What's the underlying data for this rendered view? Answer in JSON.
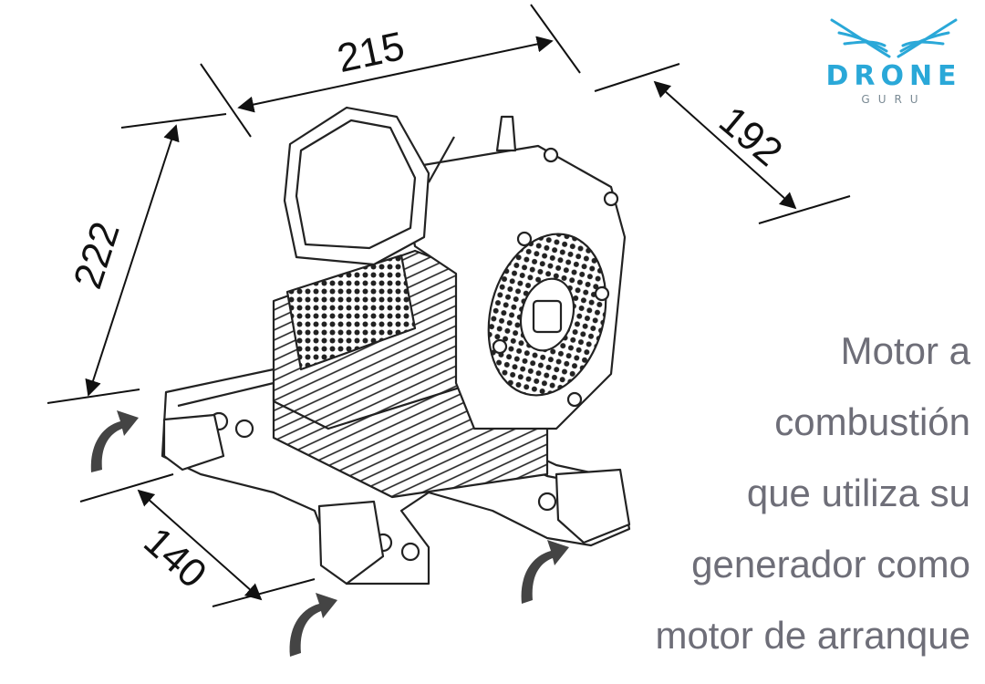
{
  "dimensions": {
    "top_width": "215",
    "right_depth": "192",
    "left_height": "222",
    "bottom_base": "140"
  },
  "caption": {
    "lines": [
      "Motor a",
      "combustión",
      "que utiliza su",
      "generador como",
      "motor de arranque"
    ]
  },
  "logo": {
    "word": "DRONE",
    "sub": "GURU"
  },
  "colors": {
    "caption": "#6e6e78",
    "logo": "#2aa8d8",
    "line": "#111111"
  },
  "icons": [
    "curved-arrow-icon",
    "dimension-arrow-icon",
    "wings-icon"
  ]
}
